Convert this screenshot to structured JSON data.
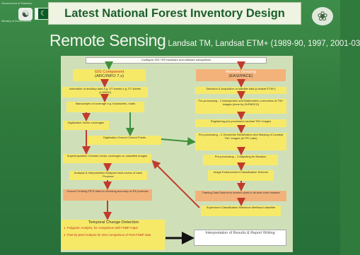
{
  "header": {
    "left_top": "Government of Pakistan",
    "left_bottom": "Ministry of Environment",
    "title": "Latest National Forest Inventory Design"
  },
  "subtitle": {
    "main": "Remote Sensing",
    "detail": "Landsat TM, Landsat ETM+ (1989-90, 1997, 2001-03"
  },
  "flow": {
    "configure": "Configure GIS / RS hardware and software subsystems",
    "gis_component_title": "GIS Component",
    "gis_component_sub": "(ARC/INFO 7.x)",
    "gis_indexation": "Indexation of ancillary data e.g. ST sheets e.g. ST sheets (1:50000)",
    "gis_manuscripts": "Manuscripts of coverage e.g. boundaries, roads",
    "gis_digitization": "Digitization Vector coverages",
    "gis_digitization_gcp": "Digitization Ground Control Points",
    "gis_superimposition": "Superimposition Overlaid vector coverages on classified images",
    "gis_analysis": "Analysis & Interpretation Analyzed land covers of each Province",
    "ground_truthing": "Ground Truthing PIFS data for checking accuracy of RS products",
    "rs_title": "Remote Sensing",
    "rs_sub": "(EASI/PACE)",
    "rs_selection": "Selection & acquisition of satellite data (Landsat ETM+)",
    "rs_pre1": "Pre-processing - 1 Atmospheric and Radiometric corrections at TM+ images (done by SUPARCO)",
    "rs_register": "Registering pre-processed Landsat TM+ images",
    "rs_pre2": "Pre-processing – 2 Geometric Rectification and Warping of Landsat TM+ images (in PFI Labs)",
    "rs_pre3": "Pre-processing – 3 Adjusting for Mosaics",
    "rs_enhance": "Image Enhancement Classification Scheme",
    "training": "Training Data Data from random plots in all land cover classes",
    "supervised": "Supervised Classification Maximum likelihood classifier",
    "temporal_title": "Temporal Change Detection",
    "temporal_1": "1. Polygonic Analysis, for comparison with FSMP maps",
    "temporal_2": "2. Post-by-pixel Analysis for inter-comparison of Post-FSMP data",
    "report": "Interpretation of Results & Report Writing"
  },
  "colors": {
    "background": "#2f7a3c",
    "panel": "#cfe0b9",
    "box_yellow": "#f7e968",
    "box_orange": "#f3b27a",
    "arrow_red": "#c23a2a",
    "arrow_green": "#3f8f3a"
  },
  "icons": {
    "left_emblem": "state-emblem-icon",
    "flag": "pakistan-flag-icon",
    "right_logo": "forest-logo-icon"
  }
}
